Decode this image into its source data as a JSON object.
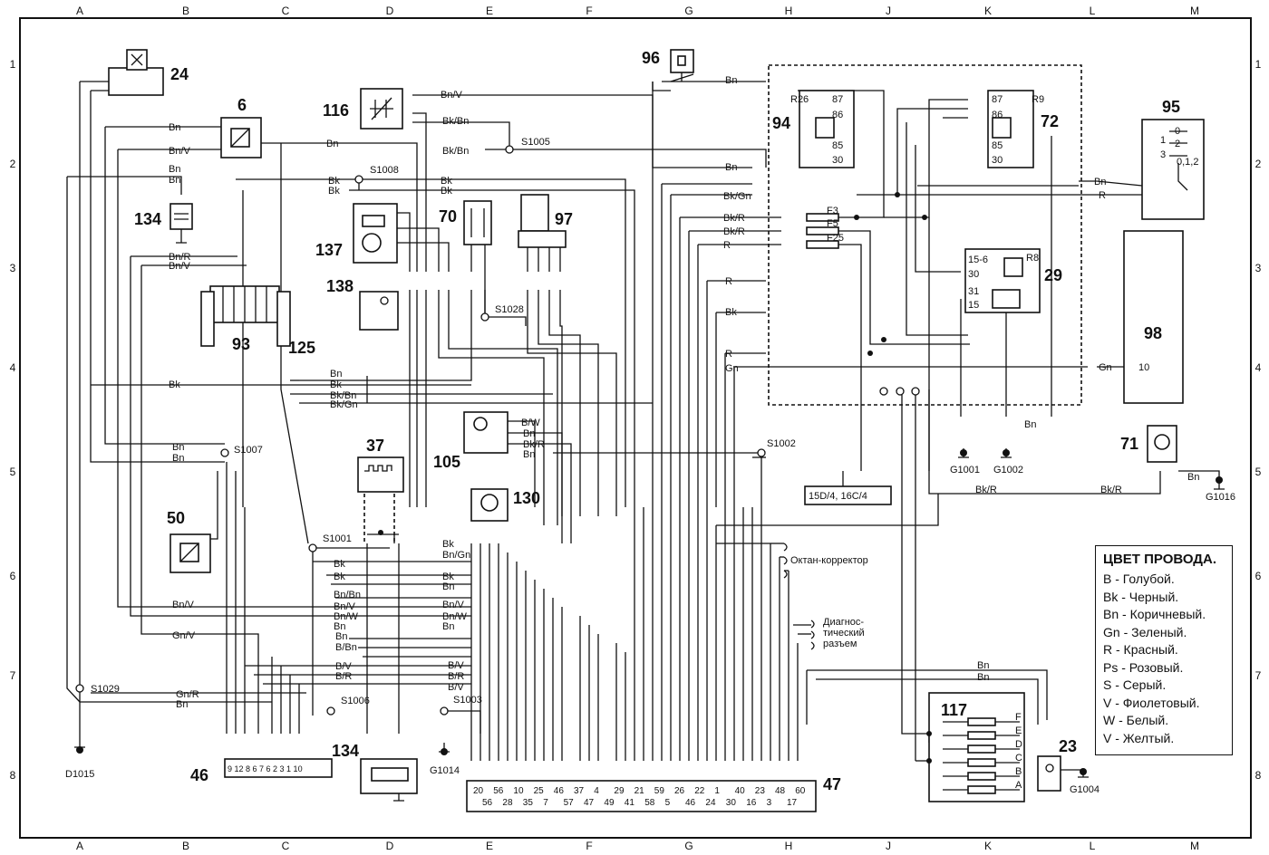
{
  "grid": {
    "columns": [
      "A",
      "B",
      "C",
      "D",
      "E",
      "F",
      "G",
      "H",
      "J",
      "K",
      "L",
      "M"
    ],
    "rows": [
      "1",
      "2",
      "3",
      "4",
      "5",
      "6",
      "7",
      "8"
    ]
  },
  "components": [
    {
      "id": "24",
      "label": "24"
    },
    {
      "id": "6",
      "label": "6"
    },
    {
      "id": "116",
      "label": "116"
    },
    {
      "id": "96",
      "label": "96"
    },
    {
      "id": "94",
      "label": "94"
    },
    {
      "id": "72",
      "label": "72"
    },
    {
      "id": "95",
      "label": "95"
    },
    {
      "id": "134a",
      "label": "134"
    },
    {
      "id": "70",
      "label": "70"
    },
    {
      "id": "97",
      "label": "97"
    },
    {
      "id": "137",
      "label": "137"
    },
    {
      "id": "93",
      "label": "93"
    },
    {
      "id": "125",
      "label": "125"
    },
    {
      "id": "138",
      "label": "138"
    },
    {
      "id": "29",
      "label": "29"
    },
    {
      "id": "98",
      "label": "98"
    },
    {
      "id": "37",
      "label": "37"
    },
    {
      "id": "105",
      "label": "105"
    },
    {
      "id": "130",
      "label": "130"
    },
    {
      "id": "50",
      "label": "50"
    },
    {
      "id": "71",
      "label": "71"
    },
    {
      "id": "117",
      "label": "117"
    },
    {
      "id": "23",
      "label": "23"
    },
    {
      "id": "46",
      "label": "46"
    },
    {
      "id": "134b",
      "label": "134"
    },
    {
      "id": "47",
      "label": "47"
    }
  ],
  "splices": [
    "S1005",
    "S1008",
    "S1028",
    "S1007",
    "S1002",
    "S1001",
    "S1029",
    "S1006",
    "S1003"
  ],
  "grounds": [
    "D1015",
    "G1014",
    "G1001",
    "G1002",
    "G1016",
    "G1004"
  ],
  "fuses": [
    "F3",
    "F5",
    "F25"
  ],
  "relays": {
    "r26": {
      "name": "R26",
      "pins": [
        "87",
        "86",
        "85",
        "30"
      ]
    },
    "r9": {
      "name": "R9",
      "pins": [
        "87",
        "86",
        "85",
        "30"
      ]
    },
    "r8": {
      "name": "R8",
      "pins": [
        "15-6",
        "30",
        "31",
        "15"
      ]
    }
  },
  "notes": {
    "octane": "Октан-корректор",
    "diag1": "Диагнос-",
    "diag2": "тический",
    "diag3": "разъем",
    "ref": "15D/4, 16C/4"
  },
  "switch95": [
    "0",
    "1",
    "2",
    "3",
    "0,1,2"
  ],
  "module117": [
    "F",
    "E",
    "D",
    "C",
    "B",
    "A"
  ],
  "pin98": "10",
  "conn46_pins": "9 12 8 6 7 6 2 3 1 10",
  "conn47_top": [
    "20",
    "56",
    "10",
    "25",
    "46",
    "37",
    "4",
    "29",
    "21",
    "59",
    "26",
    "22",
    "1",
    "40",
    "23",
    "48",
    "60"
  ],
  "conn47_bottom": [
    "56",
    "28",
    "35",
    "7",
    "57",
    "47",
    "49",
    "41",
    "58",
    "5",
    "46",
    "24",
    "30",
    "16",
    "3",
    "17"
  ],
  "wire_labels": [
    {
      "t": "Bn"
    },
    {
      "t": "Bn/V"
    },
    {
      "t": "Bn"
    },
    {
      "t": "Bn"
    },
    {
      "t": "Bk"
    },
    {
      "t": "Bk"
    },
    {
      "t": "Bn/R"
    },
    {
      "t": "Bn/V"
    },
    {
      "t": "Bn/V"
    },
    {
      "t": "Bk/Bn"
    },
    {
      "t": "Bk/Bn"
    },
    {
      "t": "Bn"
    },
    {
      "t": "Bk"
    },
    {
      "t": "Bk"
    },
    {
      "t": "Bn"
    },
    {
      "t": "Bn"
    },
    {
      "t": "Bk/Gn"
    },
    {
      "t": "Bk/R"
    },
    {
      "t": "Bk/R"
    },
    {
      "t": "R"
    },
    {
      "t": "R"
    },
    {
      "t": "Bk"
    },
    {
      "t": "R"
    },
    {
      "t": "Gn"
    },
    {
      "t": "Bk"
    },
    {
      "t": "R"
    },
    {
      "t": "Gn"
    },
    {
      "t": "Bn"
    },
    {
      "t": "Bk"
    },
    {
      "t": "Bk/Bn"
    },
    {
      "t": "Bk/Gn"
    },
    {
      "t": "Bn"
    },
    {
      "t": "Bn"
    },
    {
      "t": "B/W"
    },
    {
      "t": "Bn"
    },
    {
      "t": "Bk/R"
    },
    {
      "t": "Bn"
    },
    {
      "t": "Bk"
    },
    {
      "t": "Bn/Gn"
    },
    {
      "t": "Bk"
    },
    {
      "t": "Bk"
    },
    {
      "t": "Bk"
    },
    {
      "t": "Bn"
    },
    {
      "t": "Bn/Bn"
    },
    {
      "t": "Bn/V"
    },
    {
      "t": "Bn/W"
    },
    {
      "t": "Bn"
    },
    {
      "t": "Bn/V"
    },
    {
      "t": "Gn/V"
    },
    {
      "t": "Bn/V"
    },
    {
      "t": "Bn/W"
    },
    {
      "t": "Bn"
    },
    {
      "t": "Bn"
    },
    {
      "t": "B/Bn"
    },
    {
      "t": "B/V"
    },
    {
      "t": "B/R"
    },
    {
      "t": "B/V"
    },
    {
      "t": "B/R"
    },
    {
      "t": "B/V"
    },
    {
      "t": "Gn/R"
    },
    {
      "t": "Bn"
    },
    {
      "t": "Bn"
    },
    {
      "t": "Bn"
    },
    {
      "t": "Bk/R"
    },
    {
      "t": "Bk/R"
    },
    {
      "t": "Bn"
    },
    {
      "t": "Bn"
    },
    {
      "t": "Bn"
    }
  ],
  "legend": {
    "title": "ЦВЕТ ПРОВОДА.",
    "items": [
      "B - Голубой.",
      "Bk - Черный.",
      "Bn - Коричневый.",
      "Gn - Зеленый.",
      "R - Красный.",
      "Ps - Розовый.",
      "S - Серый.",
      "V - Фиолетовый.",
      "W - Белый.",
      "V - Желтый."
    ]
  }
}
